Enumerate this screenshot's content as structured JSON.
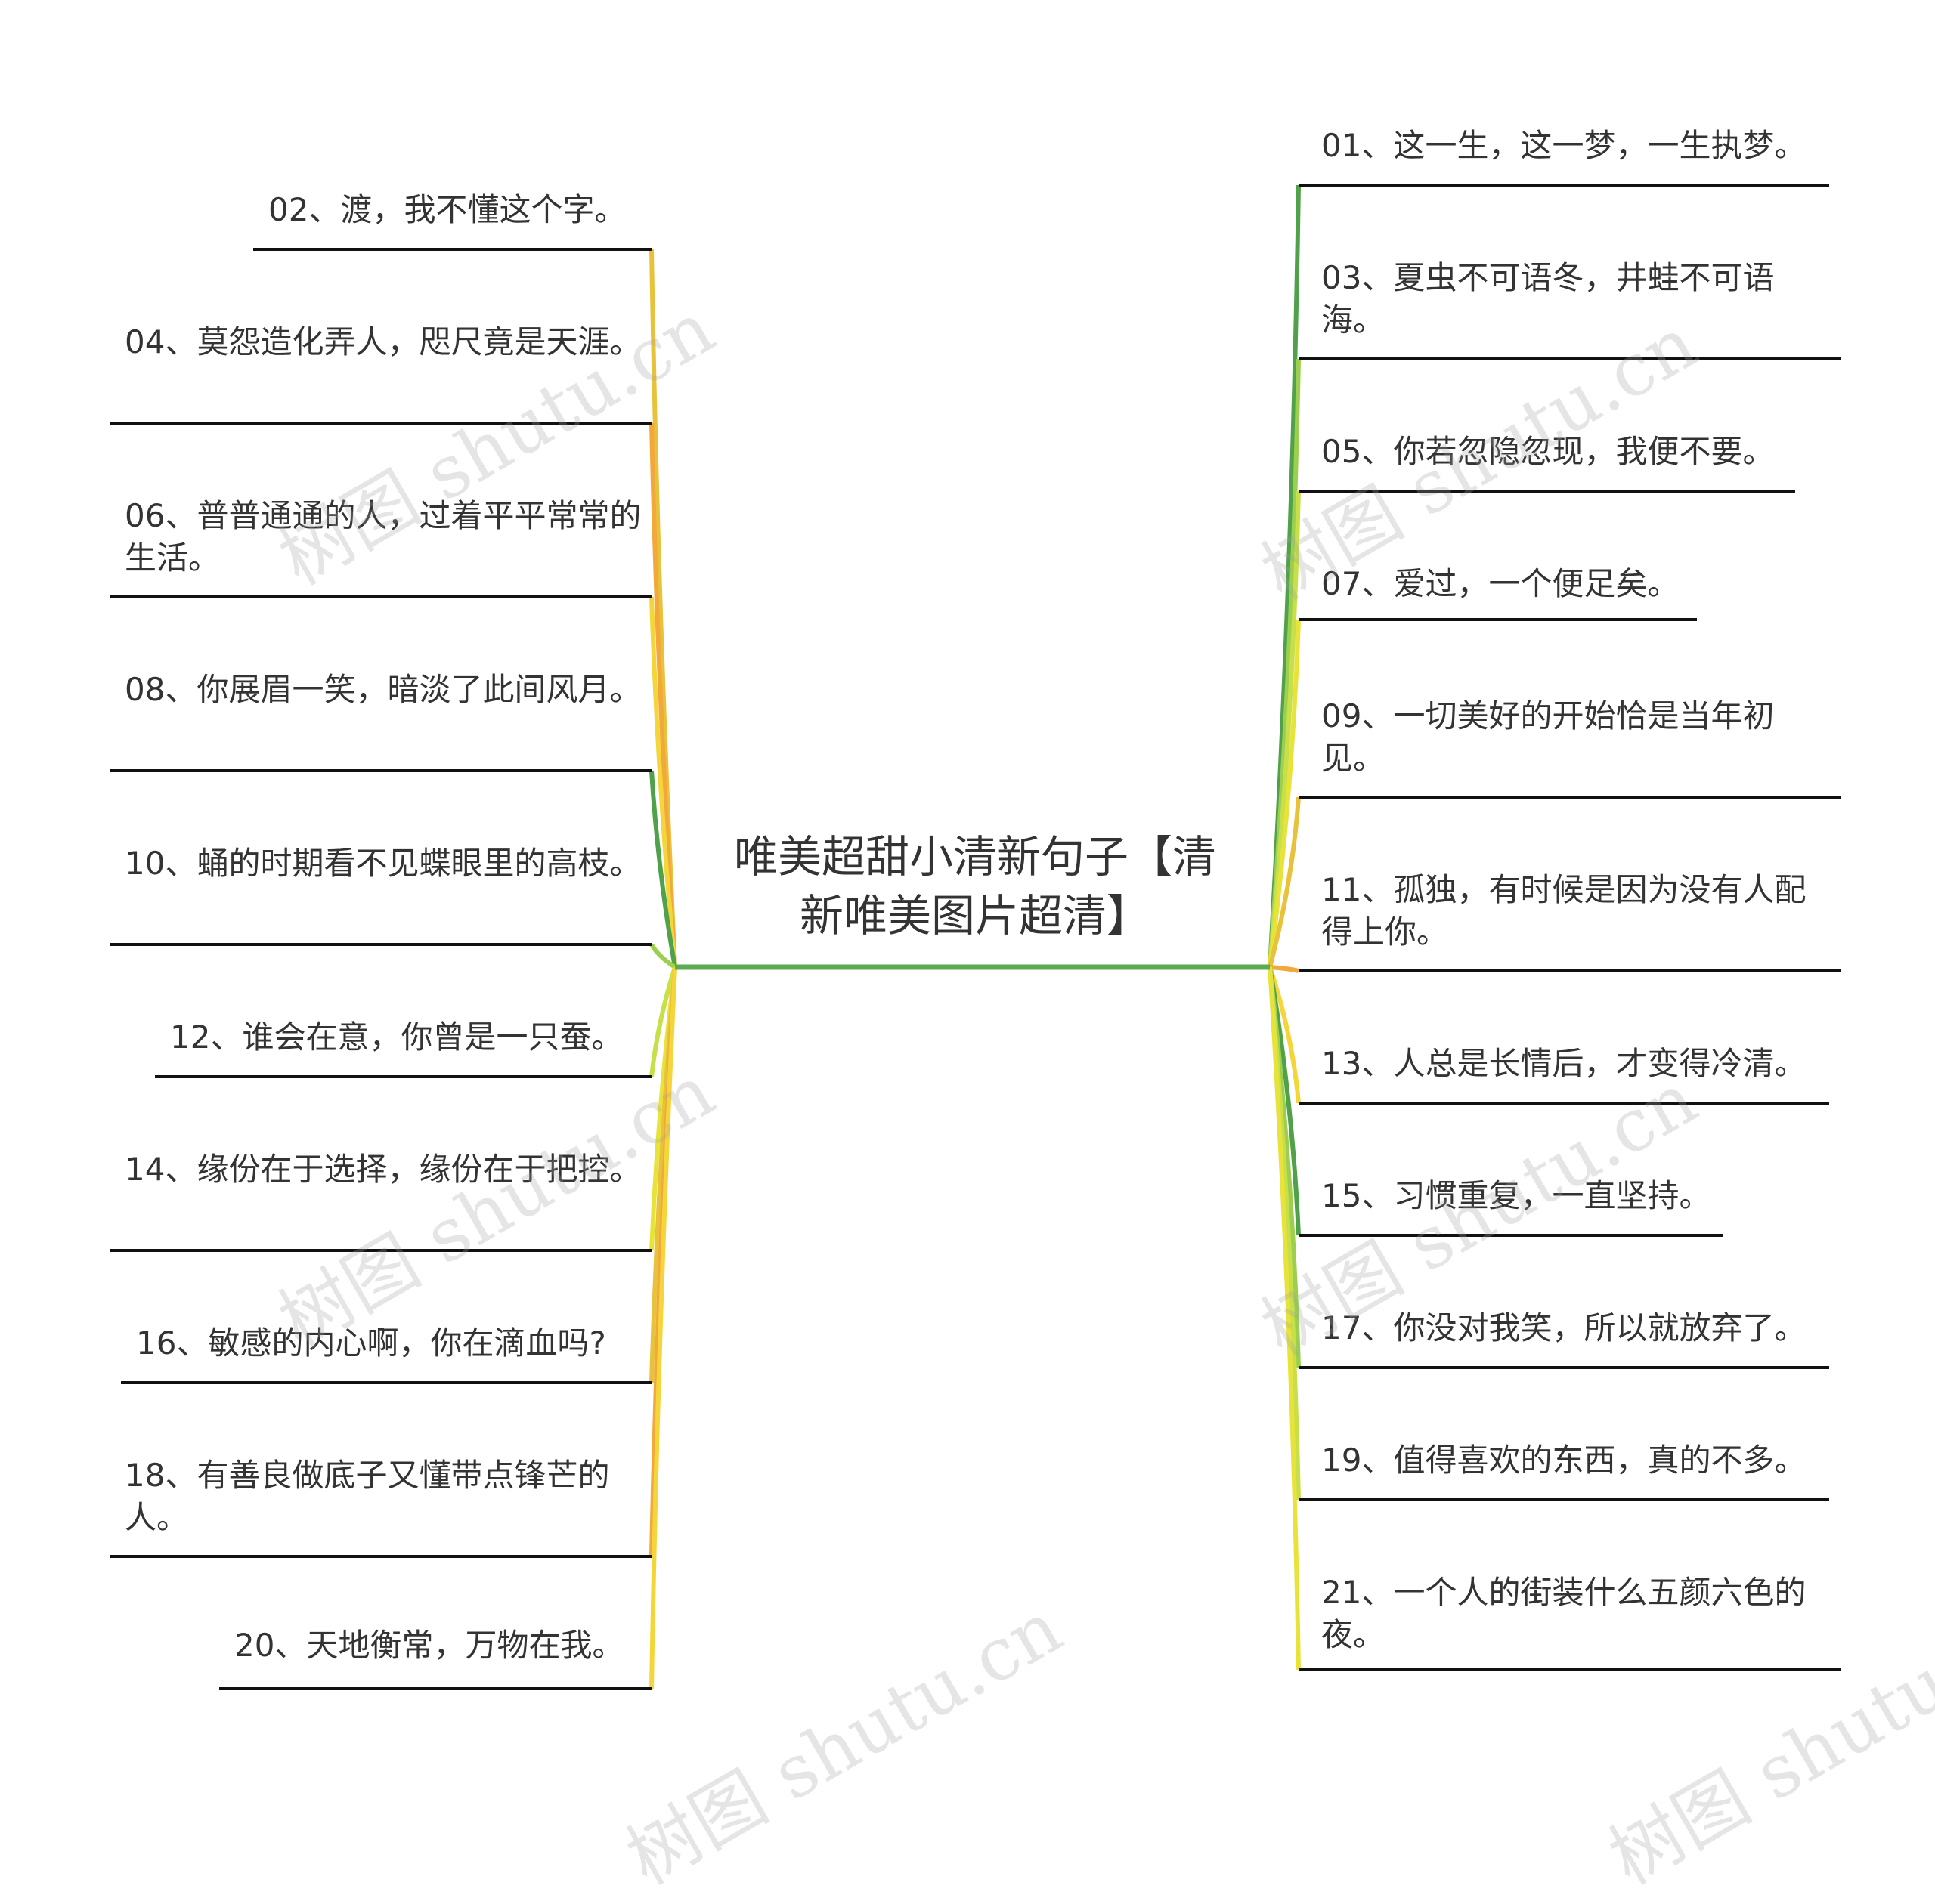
{
  "center": {
    "title": "唯美超甜小清新句子【清新唯美图片超清】"
  },
  "left_items": [
    "02、渡，我不懂这个字。",
    "04、莫怨造化弄人，咫尺竟是天涯。",
    "06、普普通通的人，过着平平常常的生活。",
    "08、你展眉一笑，暗淡了此间风月。",
    "10、蛹的时期看不见蝶眼里的高枝。",
    "12、谁会在意，你曾是一只蚕。",
    "14、缘份在于选择，缘份在于把控。",
    "16、敏感的内心啊，你在滴血吗?",
    "18、有善良做底子又懂带点锋芒的人。",
    "20、天地衡常，万物在我。"
  ],
  "right_items": [
    "01、这一生，这一梦，一生执梦。",
    "03、夏虫不可语冬，井蛙不可语海。",
    "05、你若忽隐忽现，我便不要。",
    "07、爱过，一个便足矣。",
    "09、一切美好的开始恰是当年初见。",
    "11、孤独，有时候是因为没有人配得上你。",
    "13、人总是长情后，才变得冷清。",
    "15、习惯重复，一直坚持。",
    "17、你没对我笑，所以就放弃了。",
    "19、值得喜欢的东西，真的不多。",
    "21、一个人的街装什么五颜六色的夜。"
  ],
  "watermark": "树图 shutu.cn",
  "colors": {
    "trunk": "#5bab55",
    "branches": [
      "#e8c23a",
      "#f2a83a",
      "#f5d63a",
      "#4fa14a",
      "#9ccf4f",
      "#c7e04a",
      "#e8e33a"
    ],
    "underline": "#111111"
  }
}
